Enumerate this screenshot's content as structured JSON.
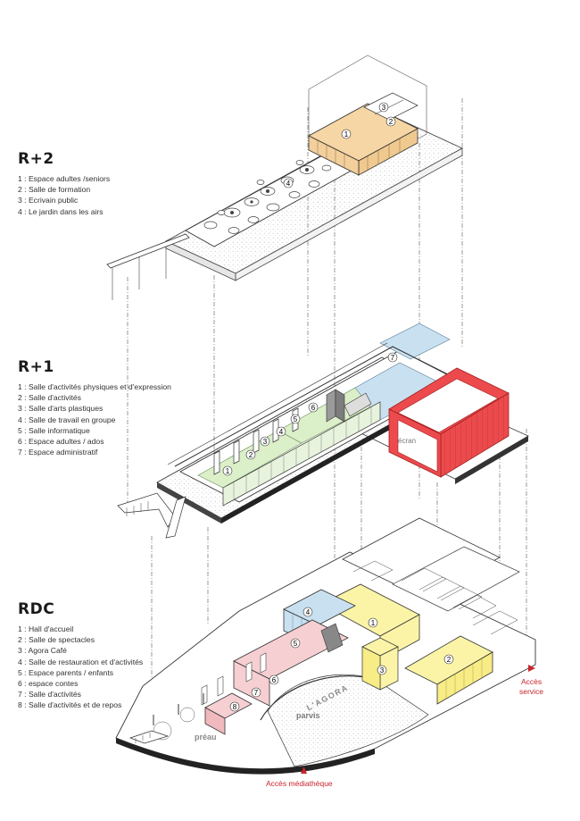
{
  "levels": {
    "r2": {
      "title": "R+2",
      "items": [
        "1 : Espace adultes /seniors",
        "2 : Salle de formation",
        "3 : Ecrivain public",
        "4 : Le jardin dans les airs"
      ]
    },
    "r1": {
      "title": "R+1",
      "items": [
        "1 : Salle d'activités physiques et d'expression",
        "2 : Salle d'activités",
        "3 : Salle d'arts plastiques",
        "4 : Salle de travail en groupe",
        "5 : Salle informatique",
        "6 : Espace adultes / ados",
        "7 : Espace administratif"
      ]
    },
    "rdc": {
      "title": "RDC",
      "items": [
        "1 : Hall d'accueil",
        "2 : Salle de spectacles",
        "3 : Agora Café",
        "4 : Salle de restauration et d'activités",
        "5 : Espace parents / enfants",
        "6 : espace contes",
        "7 : Salle d'activités",
        "8 : Salle d'activités et de repos"
      ]
    }
  },
  "plan_labels": {
    "ecran": "écran",
    "preau": "préau",
    "parvis": "parvis",
    "agora": "L'AGORA",
    "acces_service_1": "Accès",
    "acces_service_2": "service",
    "acces_mediatheque": "Accès médiathèque"
  },
  "markers": {
    "r2": [
      "1",
      "2",
      "3",
      "4"
    ],
    "r1": [
      "1",
      "2",
      "3",
      "4",
      "5",
      "6",
      "7"
    ],
    "rdc": [
      "1",
      "2",
      "3",
      "4",
      "5",
      "6",
      "7",
      "8"
    ]
  },
  "colors": {
    "orange": "#f6d6a4",
    "green": "#dbefc9",
    "blue": "#c9e0f0",
    "red_screen": "#ec4a4c",
    "yellow": "#fbf4a6",
    "pink": "#f6cfd2",
    "access_red": "#c8242a",
    "line": "#3a3a3a",
    "stipple": "#9a9a9a"
  }
}
